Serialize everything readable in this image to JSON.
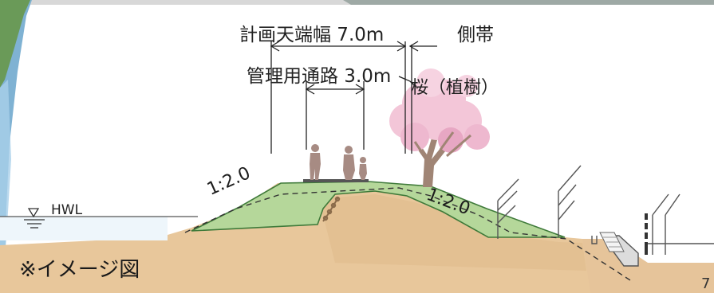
{
  "labels": {
    "crest_width": "計画天端幅 7.0m",
    "side_strip": "側帯",
    "maintenance_road": "管理用通路 3.0m",
    "tree": "桜（植樹）",
    "hwl": "HWL",
    "slope_left": "1:2.0",
    "slope_right": "1:2.0",
    "caption": "※イメージ図",
    "page_number": "7"
  },
  "colors": {
    "embankment_soil": "#e8c79b",
    "embankment_soil_dark": "#d9b183",
    "embankment_grass": "#b5d79a",
    "grass_edge": "#3f7a3a",
    "sakura": "#f3c6d8",
    "sakura_dark": "#e7a7c3",
    "trunk": "#a08575",
    "people": "#a78b83",
    "dim_line": "#222222",
    "photo_green": "#6a9a58",
    "photo_blue": "#8ec3e3"
  }
}
